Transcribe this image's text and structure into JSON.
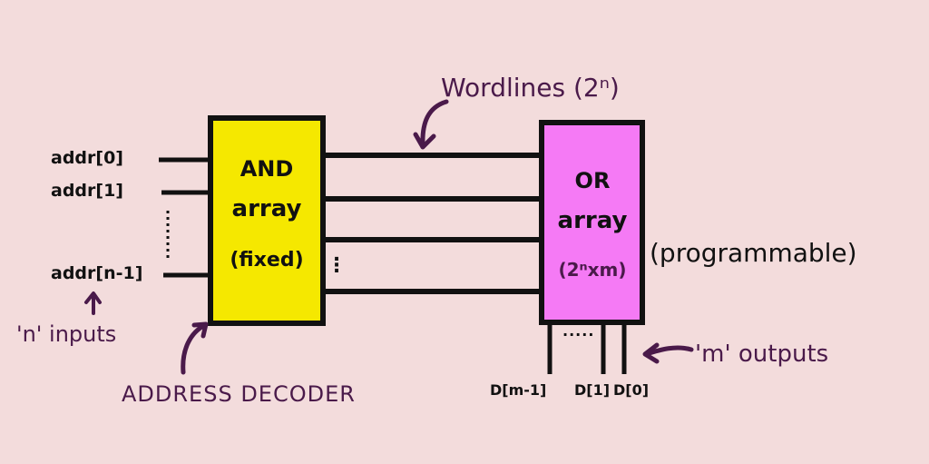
{
  "colors": {
    "background": "#f3dcdc",
    "and_array_fill": "#f5e800",
    "or_array_fill": "#f57af5",
    "line": "#111111",
    "annotation": "#4a1a4a"
  },
  "inputs": {
    "labels": [
      "addr[0]",
      "addr[1]",
      "addr[n-1]"
    ],
    "ellipsis": "⋮",
    "annotation": "'n' inputs"
  },
  "and_array": {
    "line1": "AND",
    "line2": "array",
    "line3": "(fixed)",
    "annotation": "ADDRESS DECODER"
  },
  "wordlines": {
    "annotation": "Wordlines (2ⁿ)",
    "ellipsis": "⋮"
  },
  "or_array": {
    "line1": "OR",
    "line2": "array",
    "line3": "(2ⁿxm)",
    "side_label": "(programmable)"
  },
  "outputs": {
    "labels": [
      "D[m-1]",
      "D[1]",
      "D[0]"
    ],
    "ellipsis": ".....",
    "annotation": "'m' outputs"
  }
}
